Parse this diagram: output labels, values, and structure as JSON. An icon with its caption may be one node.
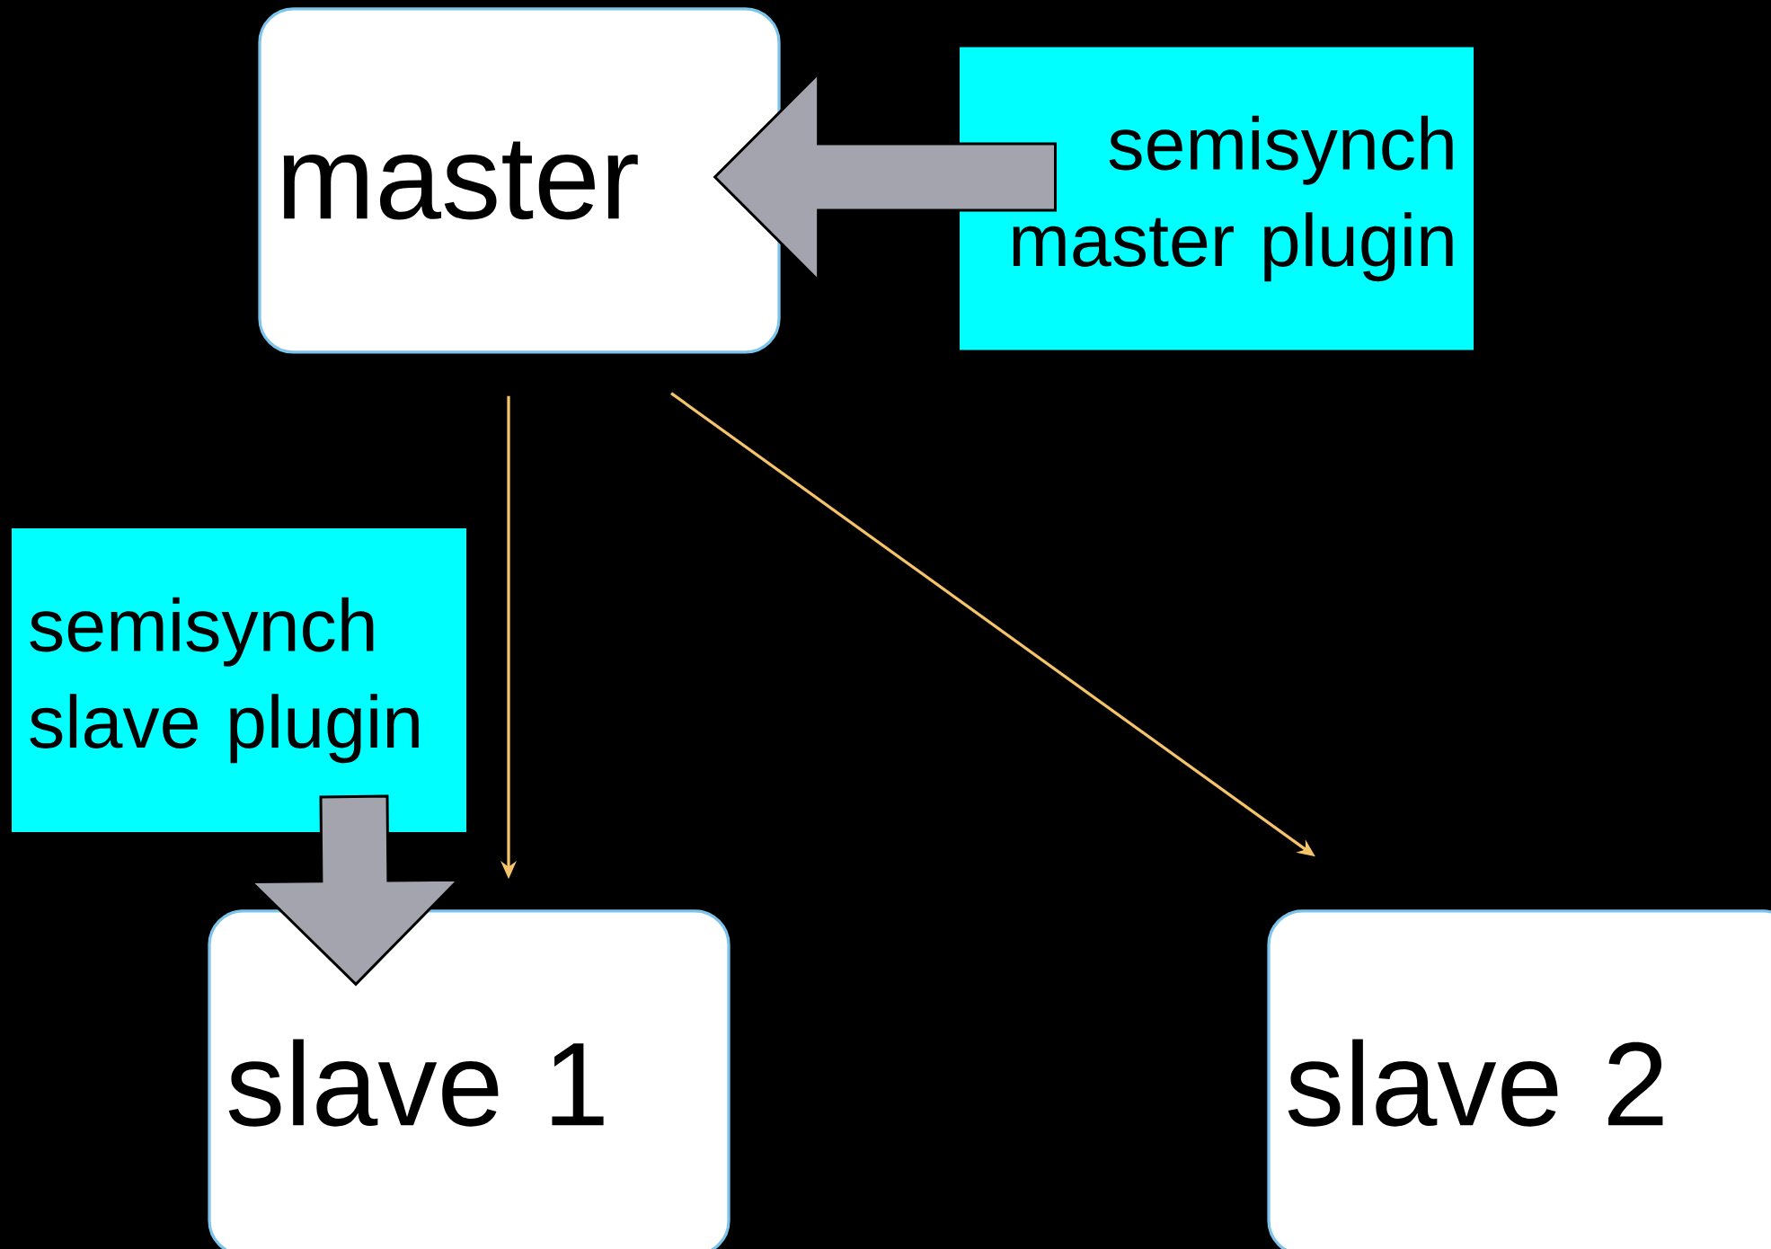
{
  "diagram": {
    "nodes": [
      {
        "text": [
          "master"
        ]
      },
      {
        "text": [
          "semisynch master plugin"
        ]
      },
      {
        "text": [
          "slave 1"
        ]
      },
      {
        "text": [
          "slave 2"
        ]
      },
      {
        "text": [
          "semisynch slave plugin"
        ]
      }
    ],
    "edges": [
      {
        "from": 1,
        "to": 0,
        "arrow": "to",
        "style": "thick",
        "color": "#a4a4ae"
      },
      {
        "from": 4,
        "to": 2,
        "arrow": "to",
        "style": "thick",
        "color": "#a4a4ae"
      },
      {
        "from": 0,
        "to": 2,
        "arrow": "to",
        "color": "#f5c46a"
      },
      {
        "from": 0,
        "to": 3,
        "arrow": "to",
        "color": "#f5c46a"
      }
    ]
  }
}
